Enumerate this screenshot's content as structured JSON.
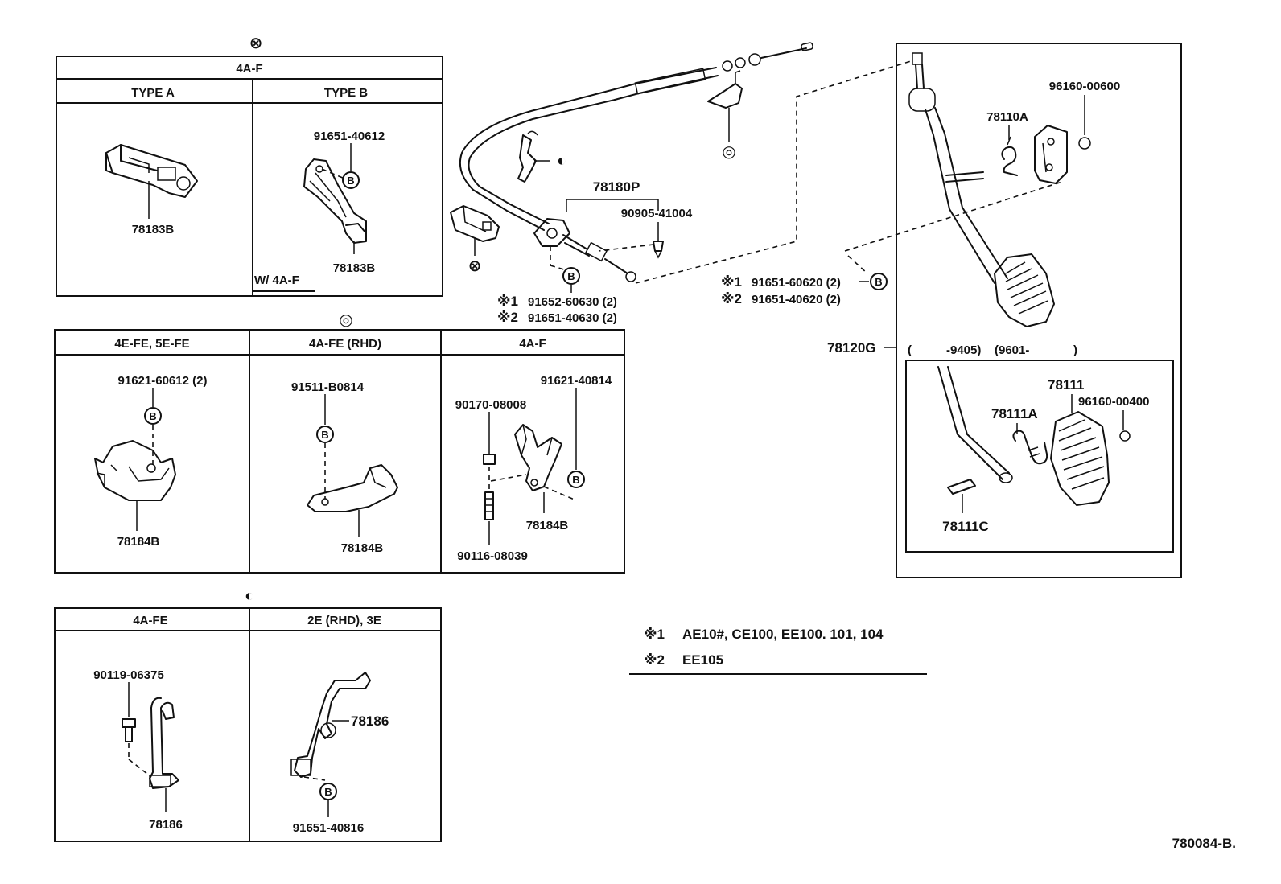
{
  "symbols": {
    "cross": "⊗",
    "double_circle": "◎",
    "half_circle": "◐",
    "bolt_mark": "B"
  },
  "panels": {
    "four_af": {
      "title": "4A-F",
      "type_a": "TYPE A",
      "type_b": "TYPE B",
      "part_a": "78183B",
      "part_b": "78183B",
      "bolt_b": "91651-40612",
      "note": "W/ 4A-F"
    },
    "bracket": {
      "col1": "4E-FE, 5E-FE",
      "col2": "4A-FE (RHD)",
      "col3": "4A-F",
      "c1_bolt": "91621-60612 (2)",
      "c1_part": "78184B",
      "c2_bolt": "91511-B0814",
      "c2_part": "78184B",
      "c3_nut": "90170-08008",
      "c3_bolt": "91621-40814",
      "c3_stud": "90116-08039",
      "c3_part": "78184B"
    },
    "link": {
      "col1": "4A-FE",
      "col2": "2E (RHD), 3E",
      "c1_bolt": "90119-06375",
      "c1_part": "78186",
      "c2_part": "78186",
      "c2_bolt": "91651-40816"
    }
  },
  "cable": {
    "assy": "78180P",
    "clip": "90905-41004",
    "bolt_s1": "91652-60630 (2)",
    "bolt_s2": "91651-40630 (2)",
    "mark1": "※1",
    "mark2": "※2"
  },
  "pedal": {
    "assy": "78120G",
    "spring": "78110A",
    "bush": "96160-00600",
    "bolt_s1": "91651-60620 (2)",
    "bolt_s2": "91651-40620 (2)",
    "range_open": "(",
    "range_1": "-9405)",
    "range_2": "(9601-",
    "range_close": ")",
    "pad": "78111",
    "pad_spring": "78111A",
    "pad_bush": "96160-00400",
    "pad_pin": "78111C"
  },
  "notes": {
    "n1_mark": "※1",
    "n1_text": "AE10#, CE100, EE100. 101, 104",
    "n2_mark": "※2",
    "n2_text": "EE105"
  },
  "ref_code": "780084-B."
}
